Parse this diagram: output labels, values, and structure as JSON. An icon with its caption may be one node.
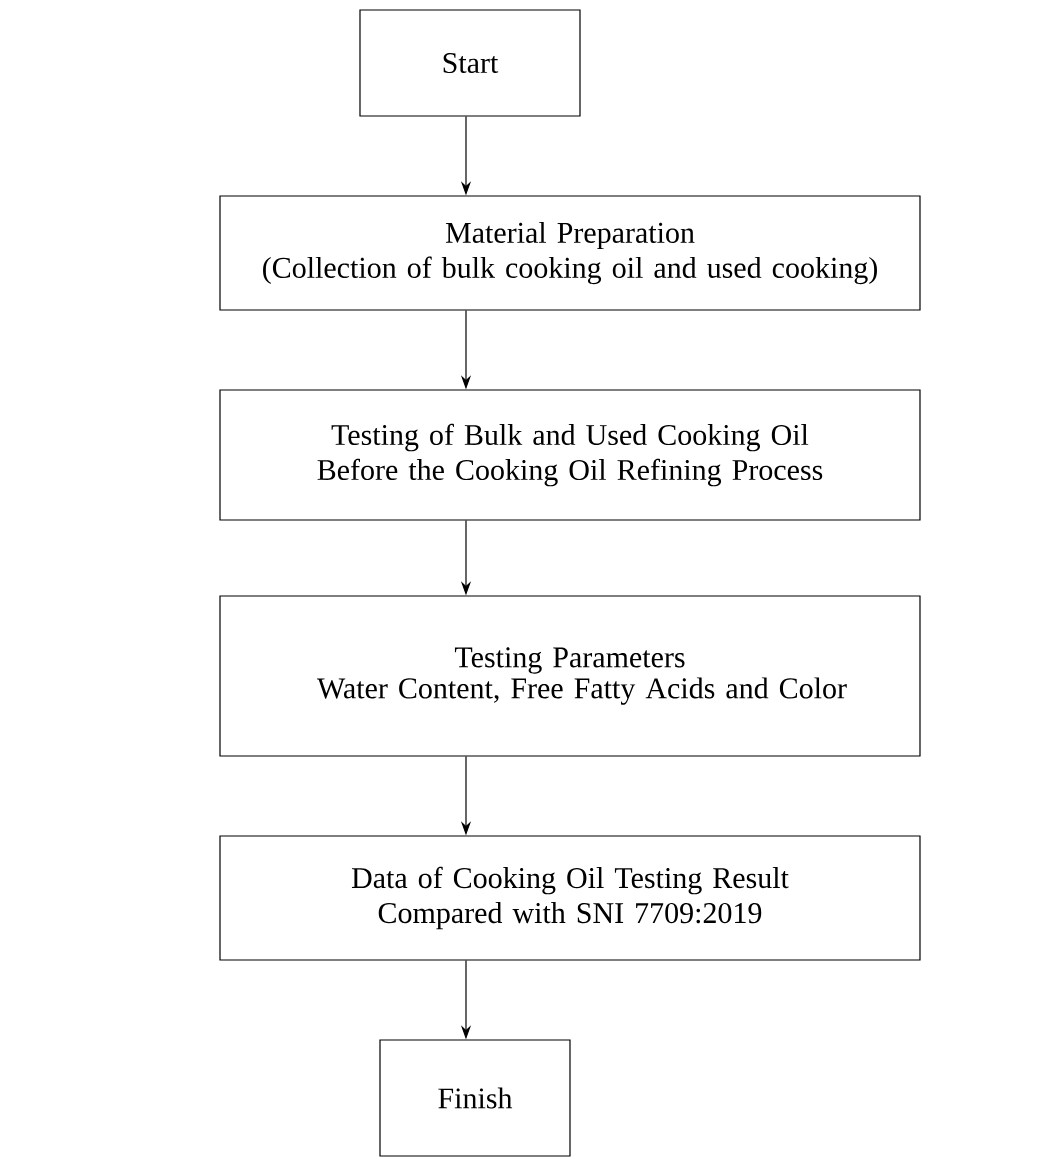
{
  "diagram": {
    "nodes": [
      {
        "text": [
          "Start"
        ]
      },
      {
        "text": [
          "Material Preparation",
          "(Collection of bulk cooking oil and used cooking)"
        ]
      },
      {
        "text": [
          "Testing of Bulk and Used Cooking Oil Before the Cooking Oil Refining Process"
        ]
      },
      {
        "text": [
          "Testing Parameters",
          "Water Content, Free Fatty Acids and Color"
        ]
      },
      {
        "text": [
          "Data of Cooking Oil Testing Result Compared with SNI 7709:2019"
        ]
      },
      {
        "text": [
          "Finish"
        ]
      }
    ],
    "edges": [
      {
        "from": 0,
        "to": 1,
        "arrow": "to"
      },
      {
        "from": 1,
        "to": 2,
        "arrow": "to"
      },
      {
        "from": 2,
        "to": 3,
        "arrow": "to"
      },
      {
        "from": 3,
        "to": 4,
        "arrow": "to"
      },
      {
        "from": 4,
        "to": 5,
        "arrow": "to"
      }
    ]
  }
}
